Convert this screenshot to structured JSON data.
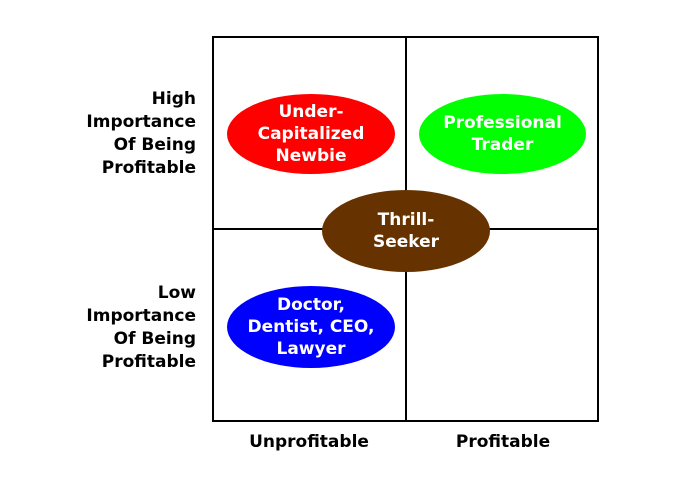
{
  "y_axis": {
    "high": [
      "High",
      "Importance",
      "Of Being",
      "Profitable"
    ],
    "low": [
      "Low",
      "Importance",
      "Of Being",
      "Profitable"
    ]
  },
  "x_axis": {
    "left": "Unprofitable",
    "right": "Profitable"
  },
  "bubbles": [
    {
      "id": "under-capitalized-newbie",
      "lines": [
        "Under-",
        "Capitalized",
        "Newbie"
      ],
      "color": "#ff0000"
    },
    {
      "id": "professional-trader",
      "lines": [
        "Professional",
        "Trader"
      ],
      "color": "#00ff00"
    },
    {
      "id": "thrill-seeker",
      "lines": [
        "Thrill-",
        "Seeker"
      ],
      "color": "#663300"
    },
    {
      "id": "doctor-dentist",
      "lines": [
        "Doctor,",
        "Dentist, CEO,",
        "Lawyer"
      ],
      "color": "#0000ff"
    }
  ]
}
